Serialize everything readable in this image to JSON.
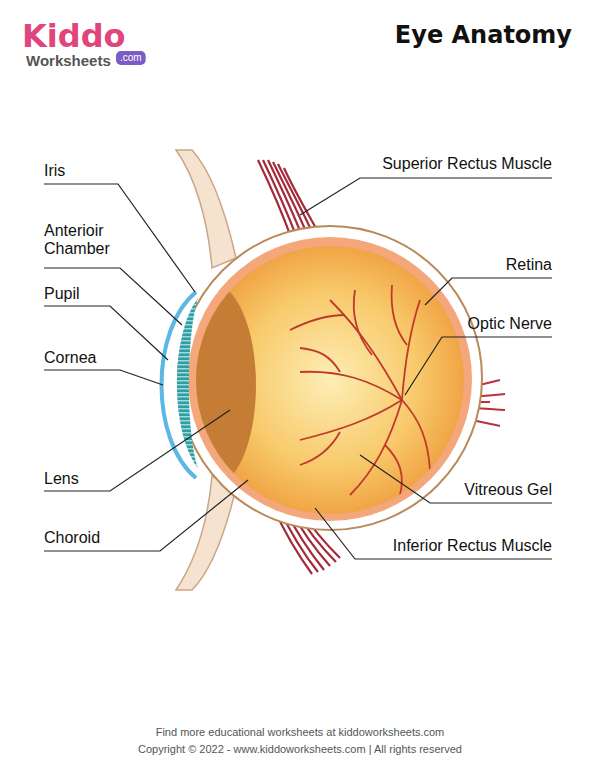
{
  "diagram": {
    "title": "Eye Anatomy",
    "labels": [
      "Kiddo",
      "Worksheets",
      ".com",
      "Iris",
      "Anterioir Chamber",
      "Pupil",
      "Cornea",
      "Lens",
      "Choroid",
      "Superior Rectus Muscle",
      "Retina",
      "Optic Nerve",
      "Vitreous Gel",
      "Inferior Rectus Muscle",
      "Find more educational worksheets at kiddoworksheets.com",
      "Copyright © 2022 - www.kiddoworksheets.com | All rights reserved"
    ]
  }
}
